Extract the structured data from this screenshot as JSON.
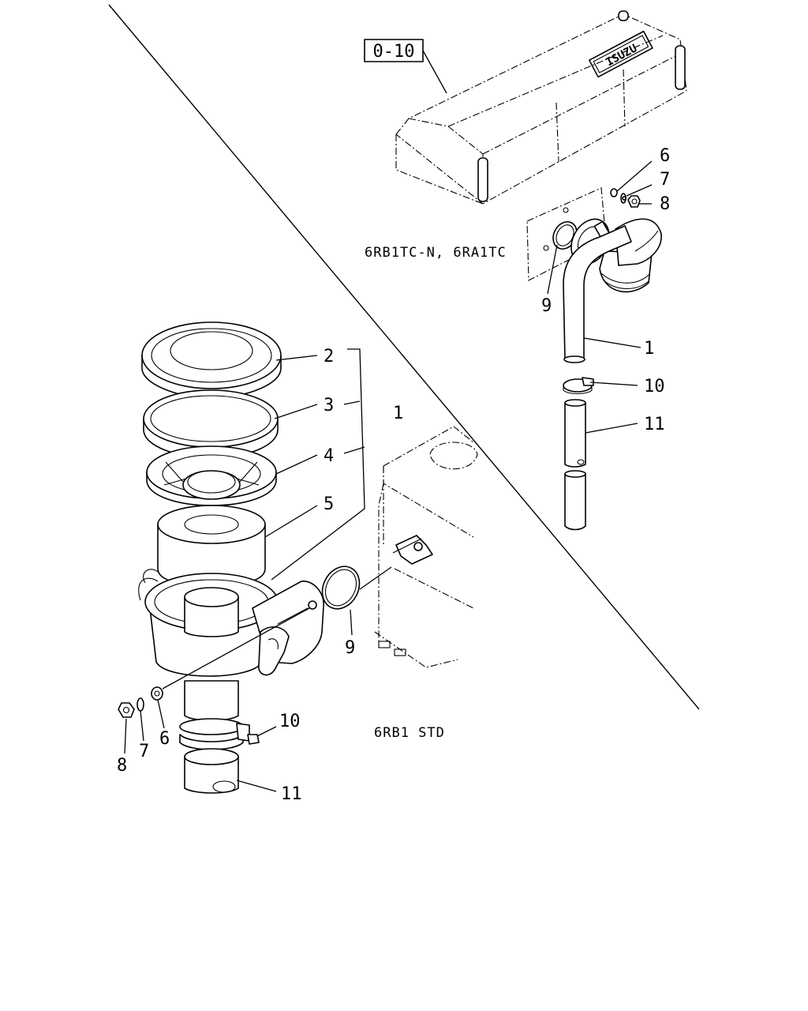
{
  "reference_box": "0-10",
  "logo_text": "ISUZU",
  "captions": {
    "top_variant": "6RB1TC-N, 6RA1TC",
    "bottom_variant": "6RB1 STD"
  },
  "callouts_top": {
    "c1": "1",
    "c6": "6",
    "c7": "7",
    "c8": "8",
    "c9": "9",
    "c10": "10",
    "c11": "11"
  },
  "callouts_bottom": {
    "c1": "1",
    "c2": "2",
    "c3": "3",
    "c4": "4",
    "c5": "5",
    "c6": "6",
    "c7": "7",
    "c8": "8",
    "c9": "9",
    "c10": "10",
    "c11": "11"
  }
}
